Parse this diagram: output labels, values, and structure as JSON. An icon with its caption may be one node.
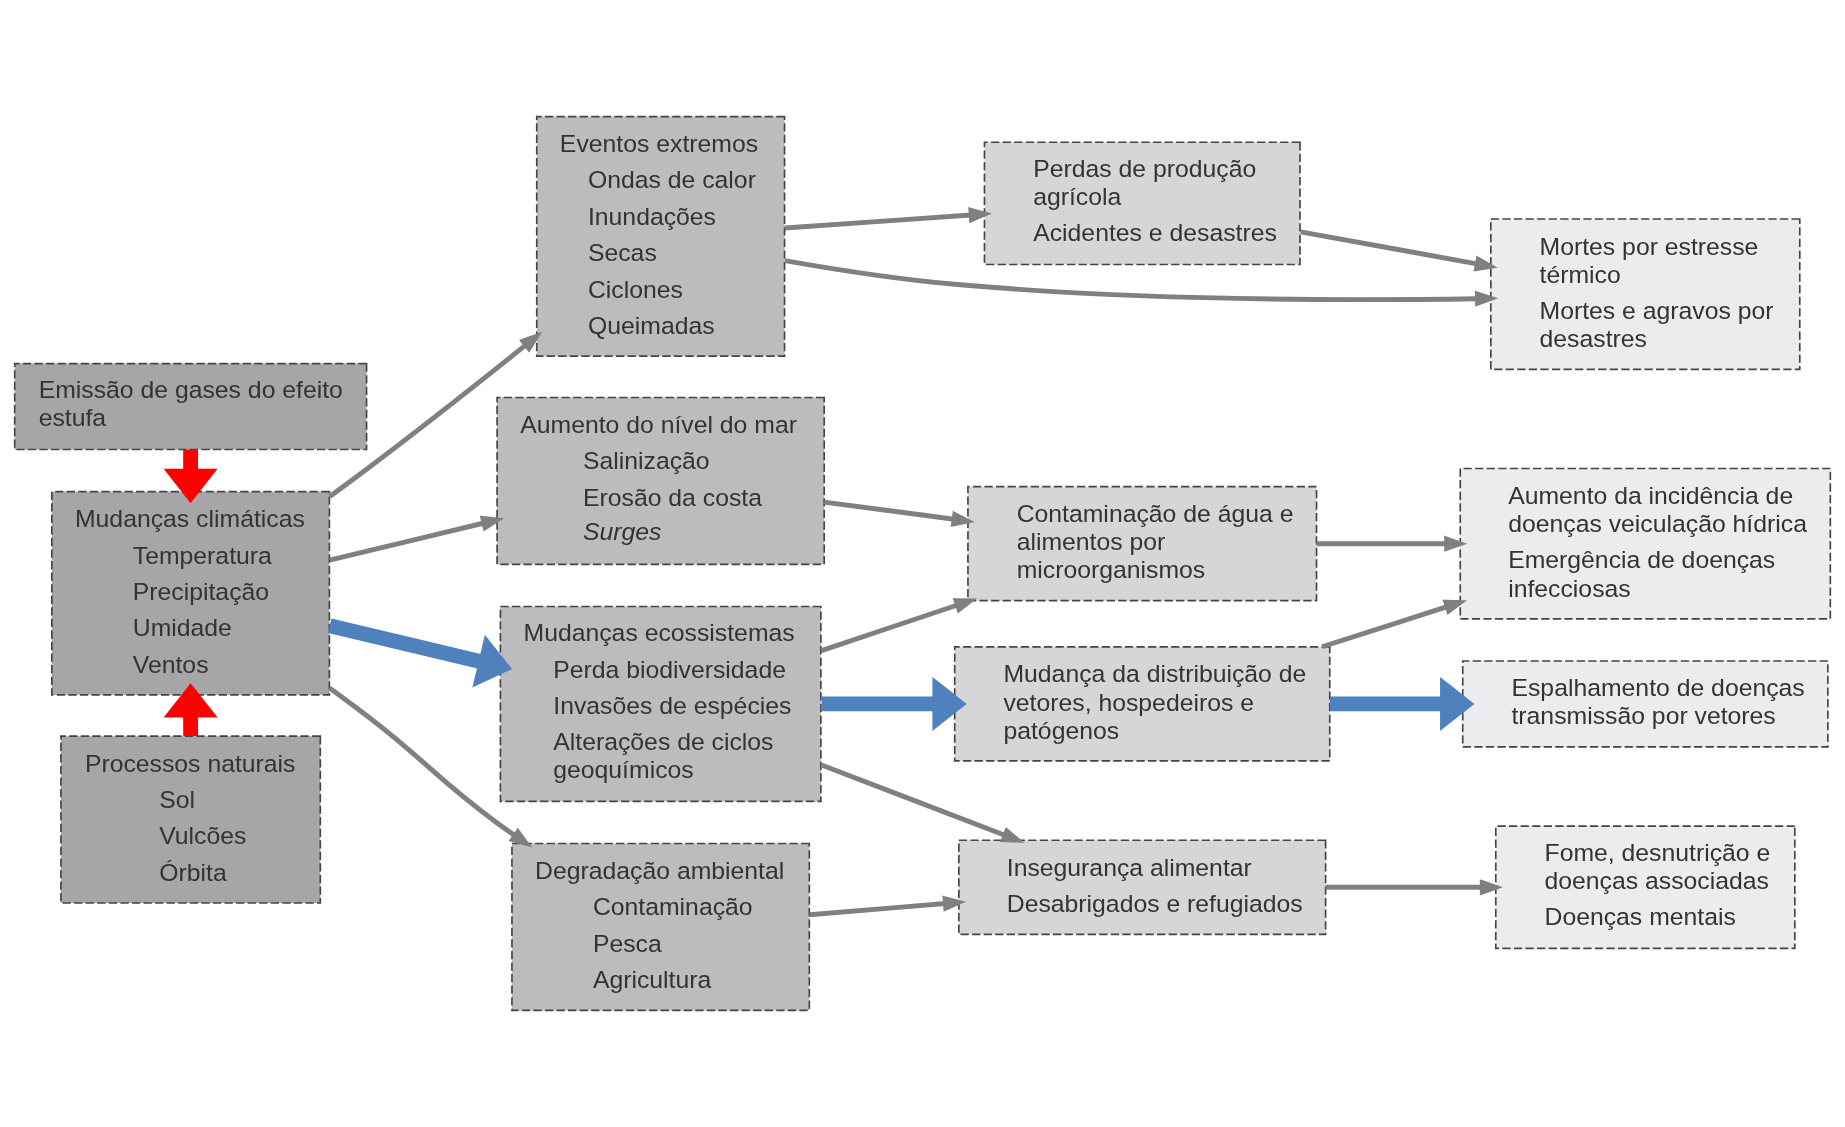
{
  "diagram": {
    "nodes": [
      {
        "text": [
          "Emissão de gases do efeito estufa"
        ]
      },
      {
        "text": [
          "Mudanças climáticas",
          "Temperatura",
          "Precipitação",
          "Umidade",
          "Ventos"
        ]
      },
      {
        "text": [
          "Processos naturais",
          "Sol",
          "Vulcões",
          "Órbita"
        ]
      },
      {
        "text": [
          "Eventos extremos",
          "Ondas de calor",
          "Inundações",
          "Secas",
          "Ciclones",
          "Queimadas"
        ]
      },
      {
        "text": [
          "Mudanças ecossistemas",
          "Perda biodiversidade",
          "Invasões de espécies",
          "Alterações de ciclos geoquímicos"
        ]
      },
      {
        "text": [
          "Aumento do nível do mar",
          "Salinização",
          "Erosão da costa",
          "Surges"
        ]
      },
      {
        "text": [
          "Degradação ambiental",
          "Contaminação",
          "Pesca",
          "Agricultura"
        ]
      },
      {
        "text": [
          "Perdas de produção agrícola",
          "Acidentes e desastres"
        ]
      },
      {
        "text": [
          "Contaminação de água e alimentos por microorganismos"
        ]
      },
      {
        "text": [
          "Mudança da distribuição de vetores, hospedeiros e patógenos"
        ]
      },
      {
        "text": [
          "Insegurança alimentar",
          "Desabrigados e refugiados"
        ]
      },
      {
        "text": [
          "Mortes por estresse térmico",
          "Mortes e agravos por desastres"
        ]
      },
      {
        "text": [
          "Aumento da incidência de doenças veiculação hídrica",
          "Emergência de doenças infecciosas"
        ]
      },
      {
        "text": [
          "Espalhamento de doenças transmissão por vetores"
        ]
      },
      {
        "text": [
          "Fome, desnutrição e doenças associadas",
          "Doenças mentais"
        ]
      }
    ],
    "edges": [
      {
        "from": 0,
        "to": 1,
        "arrow": "to",
        "style": "thick",
        "color": "#ff0000"
      },
      {
        "from": 2,
        "to": 1,
        "arrow": "to",
        "style": "thick",
        "color": "#ff0000"
      },
      {
        "from": 1,
        "to": 3,
        "arrow": "to"
      },
      {
        "from": 1,
        "to": 4,
        "arrow": "to",
        "style": "thick",
        "color": "#4f81bd"
      },
      {
        "from": 1,
        "to": 5,
        "arrow": "to"
      },
      {
        "from": 1,
        "to": 6,
        "arrow": "to"
      },
      {
        "from": 3,
        "to": 11,
        "arrow": "to"
      },
      {
        "from": 3,
        "to": 7,
        "arrow": "to"
      },
      {
        "from": 7,
        "to": 11,
        "arrow": "to"
      },
      {
        "from": 4,
        "to": 8,
        "arrow": "to"
      },
      {
        "from": 4,
        "to": 9,
        "arrow": "to",
        "style": "thick",
        "color": "#4f81bd"
      },
      {
        "from": 4,
        "to": 10,
        "arrow": "to"
      },
      {
        "from": 5,
        "to": 8,
        "arrow": "to"
      },
      {
        "from": 6,
        "to": 10,
        "arrow": "to"
      },
      {
        "from": 8,
        "to": 12,
        "arrow": "to"
      },
      {
        "from": 9,
        "to": 12,
        "arrow": "to"
      },
      {
        "from": 9,
        "to": 13,
        "arrow": "to",
        "style": "thick",
        "color": "#4f81bd"
      },
      {
        "from": 10,
        "to": 14,
        "arrow": "to"
      }
    ]
  }
}
